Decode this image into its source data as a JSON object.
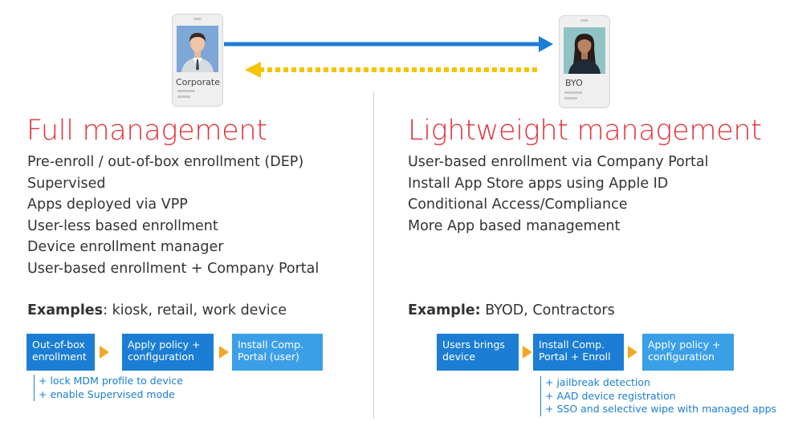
{
  "colors": {
    "heading": "#e3323b",
    "primary_blue": "#1b7ed4",
    "light_blue": "#3b9fe8",
    "arrow_yellow": "#f5c400",
    "chevron": "#f5a623"
  },
  "left_phone": {
    "label": "Corporate",
    "avatar": "man-avatar-icon"
  },
  "right_phone": {
    "label": "BYO",
    "avatar": "woman-avatar-icon"
  },
  "full": {
    "title": "Full management",
    "items": [
      "Pre-enroll / out-of-box enrollment (DEP)",
      "Supervised",
      "Apps deployed via VPP",
      "User-less based enrollment",
      "Device enrollment manager",
      "User-based enrollment + Company Portal"
    ],
    "examples_label": "Examples",
    "examples_text": ": kiosk, retail, work device",
    "steps": [
      "Out-of-box\nenrollment",
      "Apply policy +\nconfiguration",
      "Install Comp.\nPortal (user)"
    ],
    "notes": [
      "+ lock MDM profile to device",
      "+ enable Supervised mode"
    ]
  },
  "light": {
    "title": "Lightweight management",
    "items": [
      "User-based enrollment via Company Portal",
      "Install App Store apps using Apple ID",
      "Conditional Access/Compliance",
      "More App based management"
    ],
    "example_label": "Example:",
    "example_text": " BYOD, Contractors",
    "steps": [
      "Users brings\ndevice",
      "Install Comp.\nPortal + Enroll",
      "Apply policy +\nconfiguration"
    ],
    "notes": [
      "+ jailbreak detection",
      "+ AAD device registration",
      "+ SSO and selective wipe with managed apps"
    ]
  }
}
